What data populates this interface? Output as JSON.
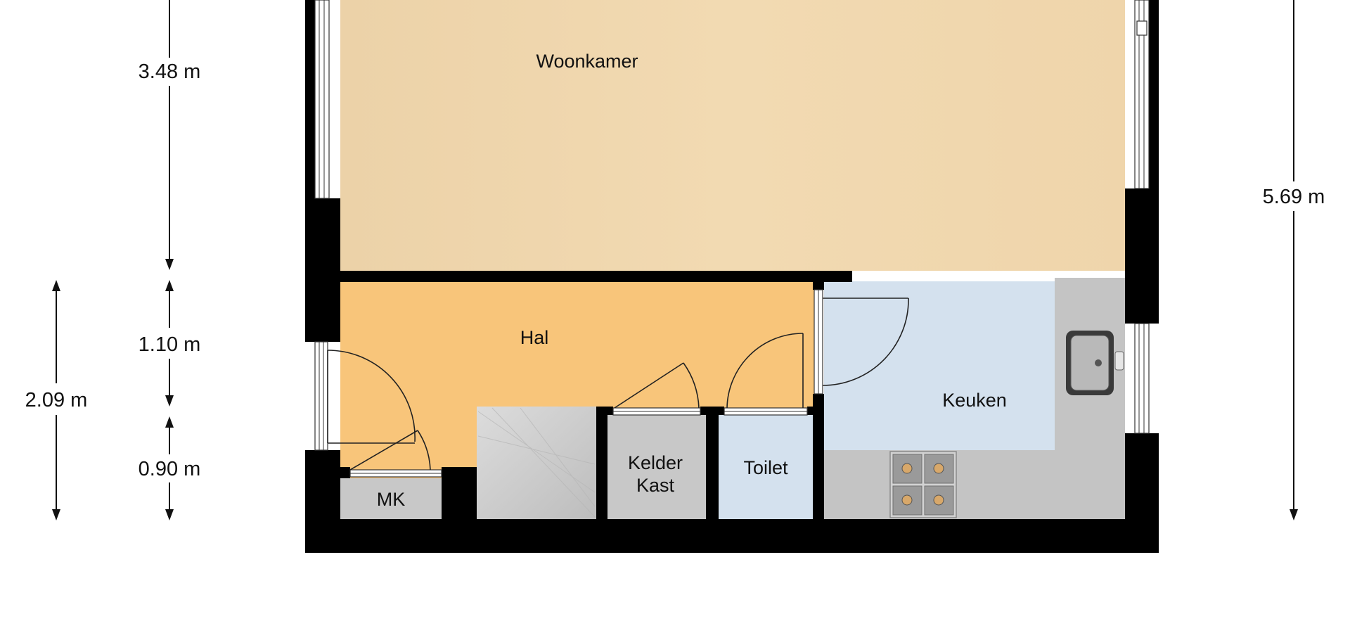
{
  "rooms": {
    "woonkamer": "Woonkamer",
    "hal": "Hal",
    "keuken": "Keuken",
    "kelder_line1": "Kelder",
    "kelder_line2": "Kast",
    "toilet": "Toilet",
    "mk": "MK"
  },
  "dimensions": {
    "left_total": "2.09 m",
    "segment_top": "3.48 m",
    "segment_middle": "1.10 m",
    "segment_bottom": "0.90 m",
    "right_total": "5.69 m"
  },
  "colors": {
    "woonkamer": "#f0d7ae",
    "hal": "#f8c57a",
    "keuken": "#d4e1ee",
    "toilet": "#d4e1ee",
    "storage": "#c8c8c8",
    "stairs": "#cfcfcf",
    "counter": "#c4c4c4",
    "wall": "#000000"
  },
  "icons": {
    "sink": "kitchen-sink-icon",
    "stove": "stove-icon",
    "stairs": "staircase-icon"
  }
}
